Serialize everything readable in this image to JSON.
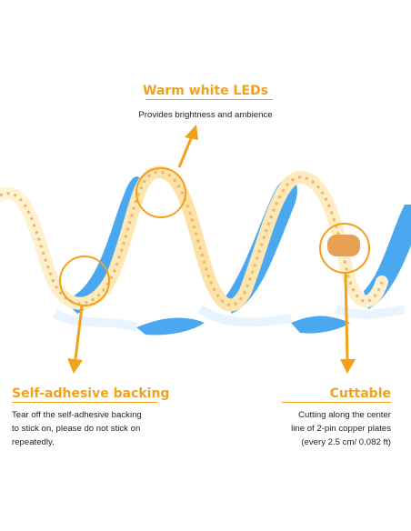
{
  "warm_leds": {
    "title": "Warm white LEDs",
    "description": "Provides brightness and ambience"
  },
  "adhesive": {
    "title": "Self-adhesive backing",
    "description_lines": [
      "Tear off the self-adhesive backing",
      "to stick on, please do not stick on",
      "repeatedly."
    ]
  },
  "cuttable": {
    "title": "Cuttable",
    "description_lines": [
      "Cutting along the center",
      "line of 2-pin copper plates",
      "(every 2.5 cm/ 0.082 ft)"
    ]
  },
  "colors": {
    "accent": "#f2a11b",
    "tape_blue": "#4aa8f0",
    "led_warm": "#fde3ac"
  }
}
